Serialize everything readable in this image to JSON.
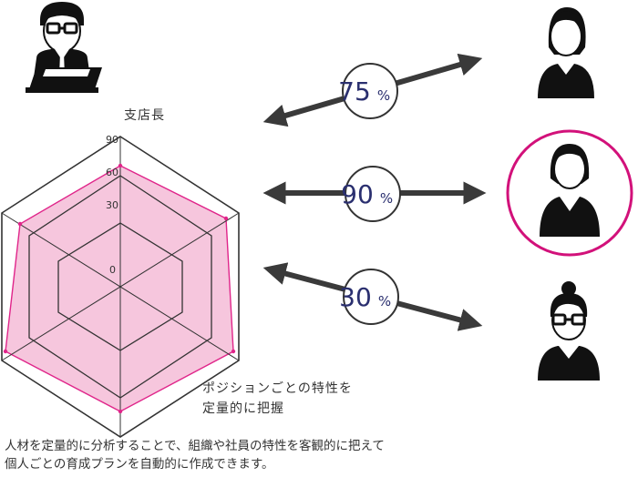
{
  "radar": {
    "label_top": "支店長",
    "label_bottom": "ポジションごとの特性を\n定量的に把握",
    "ticks": [
      "90",
      "60",
      "30",
      "0"
    ],
    "fill_color": "#f6c6dd",
    "line_color": "#e0258a",
    "grid_color": "#333333"
  },
  "relations": [
    {
      "value": "75",
      "unit": "%",
      "person": "woman-short-hair",
      "direction": "up"
    },
    {
      "value": "90",
      "unit": "%",
      "person": "woman-bob-hair",
      "direction": "flat",
      "highlighted": true
    },
    {
      "value": "30",
      "unit": "%",
      "person": "woman-glasses-bun",
      "direction": "down"
    }
  ],
  "manager_icon": "man-glasses-laptop",
  "highlight_color": "#d2117a",
  "arrow_color": "#3a3a3a",
  "caption": "人材を定量的に分析することで、組織や社員の特性を客観的に把えて\n個人ごとの育成プランを自動的に作成できます。"
}
